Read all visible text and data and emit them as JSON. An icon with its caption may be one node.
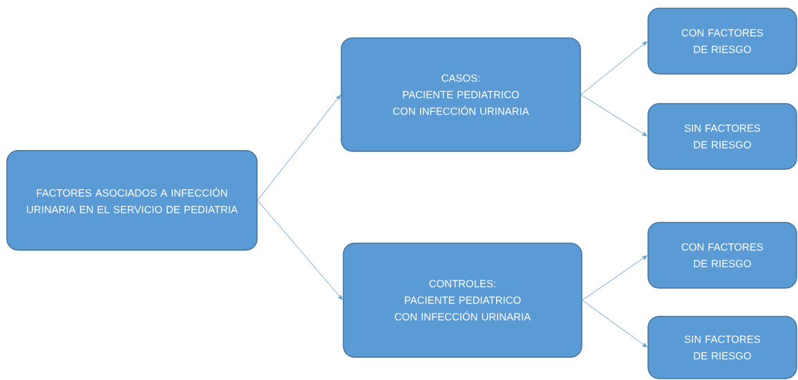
{
  "diagram": {
    "nodes": [
      {
        "text": [
          "FACTORES ASOCIADOS A INFECCIÓN URINARIA EN EL SERVICIO DE PEDIATRIA"
        ]
      },
      {
        "text": [
          "CASOS:",
          "PACIENTE PEDIATRICO CON INFECCIÓN URINARIA"
        ]
      },
      {
        "text": [
          "CON FACTORES DE RIESGO"
        ]
      },
      {
        "text": [
          "SIN FACTORES DE RIESGO"
        ]
      },
      {
        "text": [
          "CONTROLES:",
          "PACIENTE PEDIATRICO CON INFECCIÓN URINARIA"
        ]
      },
      {
        "text": [
          "CON FACTORES DE RIESGO"
        ]
      },
      {
        "text": [
          "SIN FACTORES DE RIESGO"
        ]
      }
    ],
    "edges": [
      {
        "from": 0,
        "to": 1,
        "arrow": "to"
      },
      {
        "from": 0,
        "to": 4,
        "arrow": "to"
      },
      {
        "from": 1,
        "to": 2,
        "arrow": "to"
      },
      {
        "from": 1,
        "to": 3,
        "arrow": "to"
      },
      {
        "from": 4,
        "to": 5,
        "arrow": "to"
      },
      {
        "from": 4,
        "to": 6,
        "arrow": "to"
      }
    ]
  }
}
